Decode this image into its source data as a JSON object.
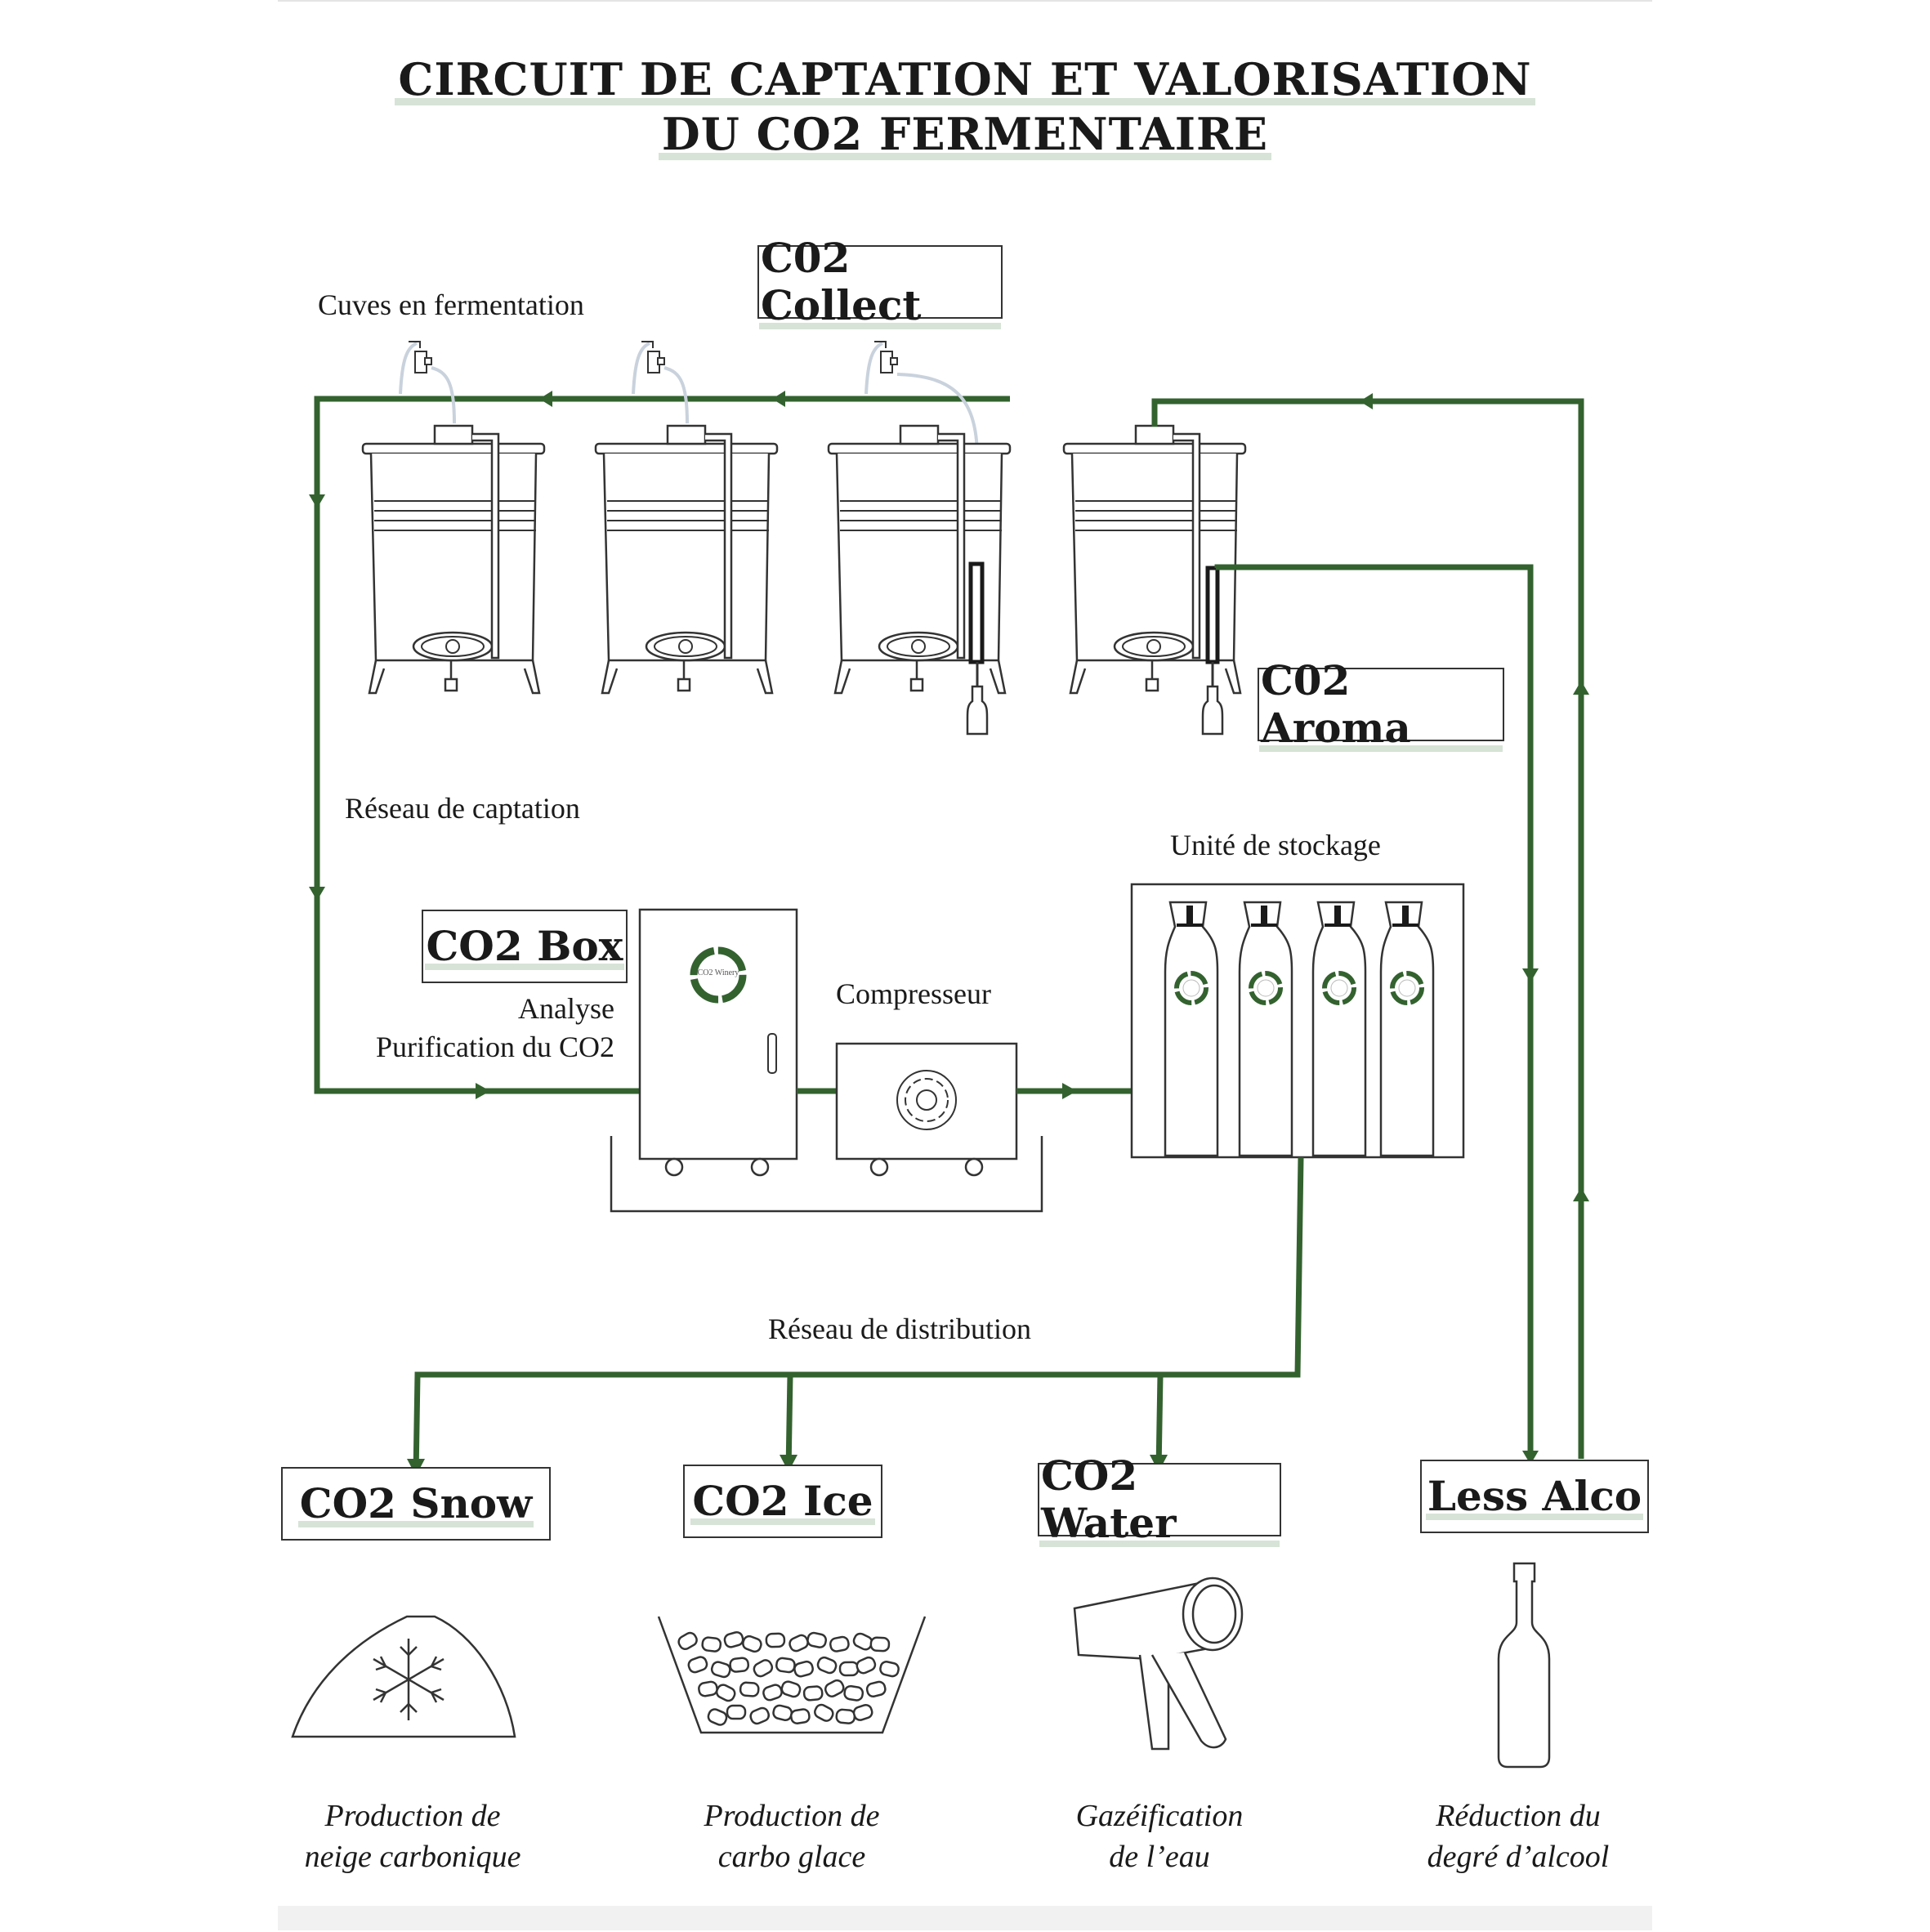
{
  "title": {
    "line1": "CIRCUIT DE CAPTATION ET VALORISATION",
    "line2": "DU CO2 FERMENTAIRE"
  },
  "boxes": {
    "collect": "C02 Collect",
    "aroma": "C02 Aroma",
    "box": "CO2 Box",
    "snow": "CO2 Snow",
    "ice": "CO2 Ice",
    "water": "CO2 Water",
    "less_alco": "Less Alco"
  },
  "labels": {
    "cuves": "Cuves en fermentation",
    "reseau_captation": "Réseau de captation",
    "analyse": "Analyse",
    "purification": "Purification du CO2",
    "compresseur": "Compresseur",
    "stockage": "Unité de stockage",
    "reseau_distribution": "Réseau de distribution",
    "box_logo": "CO2 Winery"
  },
  "captions": {
    "snow": [
      "Production de",
      "neige carbonique"
    ],
    "ice": [
      "Production de",
      "carbo glace"
    ],
    "water": [
      "Gazéification",
      "de l’eau"
    ],
    "less_alco": [
      "Réduction du",
      "degré d’alcool"
    ]
  },
  "icons": [
    "fermentation-tank",
    "co2-box-cabinet",
    "compressor",
    "gas-cylinder",
    "snow-pile-icon",
    "ice-basket-icon",
    "water-gun-icon",
    "wine-bottle-icon"
  ],
  "colors": {
    "pipe": "#33622f",
    "outline": "#333333",
    "highlight": "#d6e3d6",
    "tube": "#c9d2dc"
  }
}
